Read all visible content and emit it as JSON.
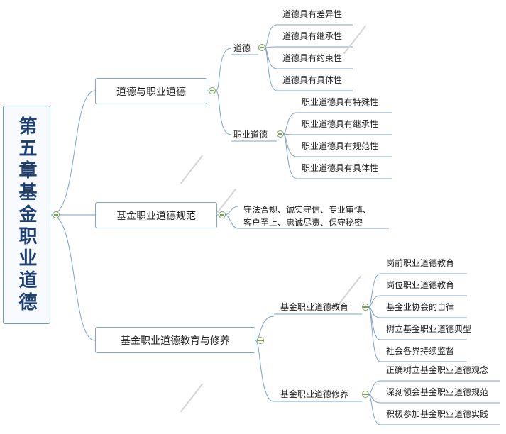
{
  "root": "第五章基金职业道德",
  "branches": [
    {
      "title": "道德与职业道德",
      "groups": [
        {
          "label": "道德",
          "items": [
            "道德具有差异性",
            "道德具有继承性",
            "道德具有约束性",
            "道德具有具体性"
          ]
        },
        {
          "label": "职业道德",
          "items": [
            "职业道德具有特殊性",
            "职业道德具有继承性",
            "职业道德具有规范性",
            "职业道德具有具体性"
          ]
        }
      ]
    },
    {
      "title": "基金职业道德规范",
      "content": [
        "守法合规、诚实守信、专业审慎、",
        "客户至上、忠诚尽责、保守秘密"
      ]
    },
    {
      "title": "基金职业道德教育与修养",
      "groups": [
        {
          "label": "基金职业道德教育",
          "items": [
            "岗前职业道德教育",
            "岗位职业道德教育",
            "基金业协会的自律",
            "树立基金职业道德典型",
            "社会各界持续监督"
          ]
        },
        {
          "label": "基金职业道德修养",
          "items": [
            "正确树立基金职业道德观念",
            "深刻领会基金职业道德规范",
            "积极参加基金职业道德实践"
          ]
        }
      ]
    }
  ],
  "colors": {
    "line": "#7fa2c8",
    "toggle": "#7aa05a",
    "root_text": "#1f3f73"
  }
}
